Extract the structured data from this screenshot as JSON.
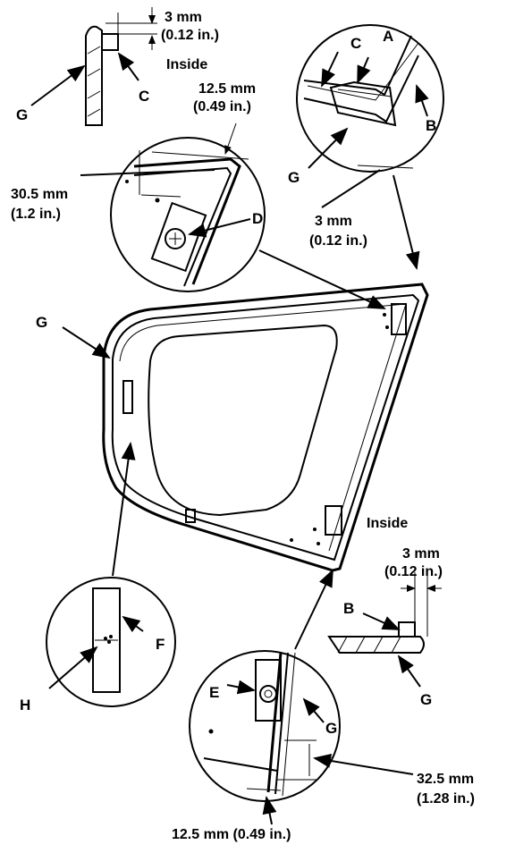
{
  "labels": {
    "A": "A",
    "B": "B",
    "C": "C",
    "D": "D",
    "E": "E",
    "F": "F",
    "G": "G",
    "H": "H"
  },
  "dimensions": {
    "top_left_3mm": "3 mm",
    "top_left_3mm_in": "(0.12 in.)",
    "top_left_inside": "Inside",
    "clip_12_5mm": "12.5 mm",
    "clip_12_5mm_in": "(0.49 in.)",
    "clip_30_5mm": "30.5 mm",
    "clip_30_5mm_in": "(1.2 in.)",
    "top_right_3mm": "3 mm",
    "top_right_3mm_in": "(0.12 in.)",
    "right_inside": "Inside",
    "right_3mm": "3 mm",
    "right_3mm_in": "(0.12 in.)",
    "bottom_32_5mm": "32.5 mm",
    "bottom_32_5mm_in": "(1.28 in.)",
    "bottom_12_5mm": "12.5 mm (0.49 in.)"
  }
}
